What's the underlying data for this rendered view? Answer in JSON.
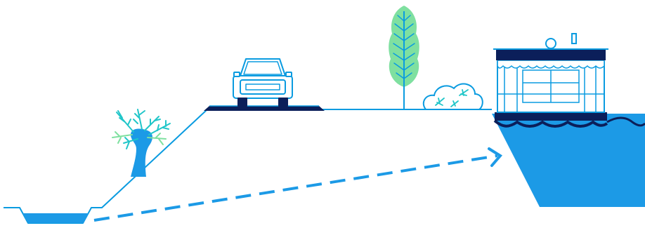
{
  "diagram": {
    "colors": {
      "line": "#0a9be0",
      "water": "#1c9ae6",
      "navy": "#0b1f5a",
      "green": "#7fe0a0",
      "teal": "#21c6c9",
      "white": "#ffffff"
    },
    "icons": [
      "ditch-water",
      "olive-tree",
      "embankment",
      "road",
      "car",
      "tall-tree",
      "bush",
      "houseboat",
      "river-water",
      "flow-arrow"
    ]
  }
}
